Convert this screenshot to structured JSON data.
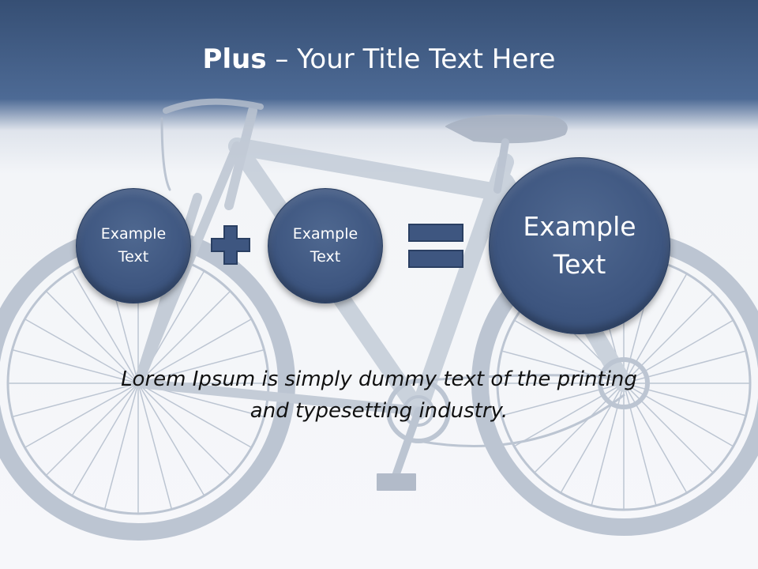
{
  "slide": {
    "title_bold": "Plus",
    "title_rest": " – Your Title Text Here",
    "circle_left": "Example\nText",
    "circle_middle": "Example\nText",
    "circle_result": "Example\nText",
    "caption_line1": "Lorem Ipsum is simply dummy text of the printing",
    "caption_line2": "and typesetting industry."
  },
  "colors": {
    "header": "#4d6a95",
    "circle": "#3e5680",
    "operator": "#3e5680"
  },
  "icons": {
    "plus": "plus-icon",
    "equals": "equals-icon"
  }
}
